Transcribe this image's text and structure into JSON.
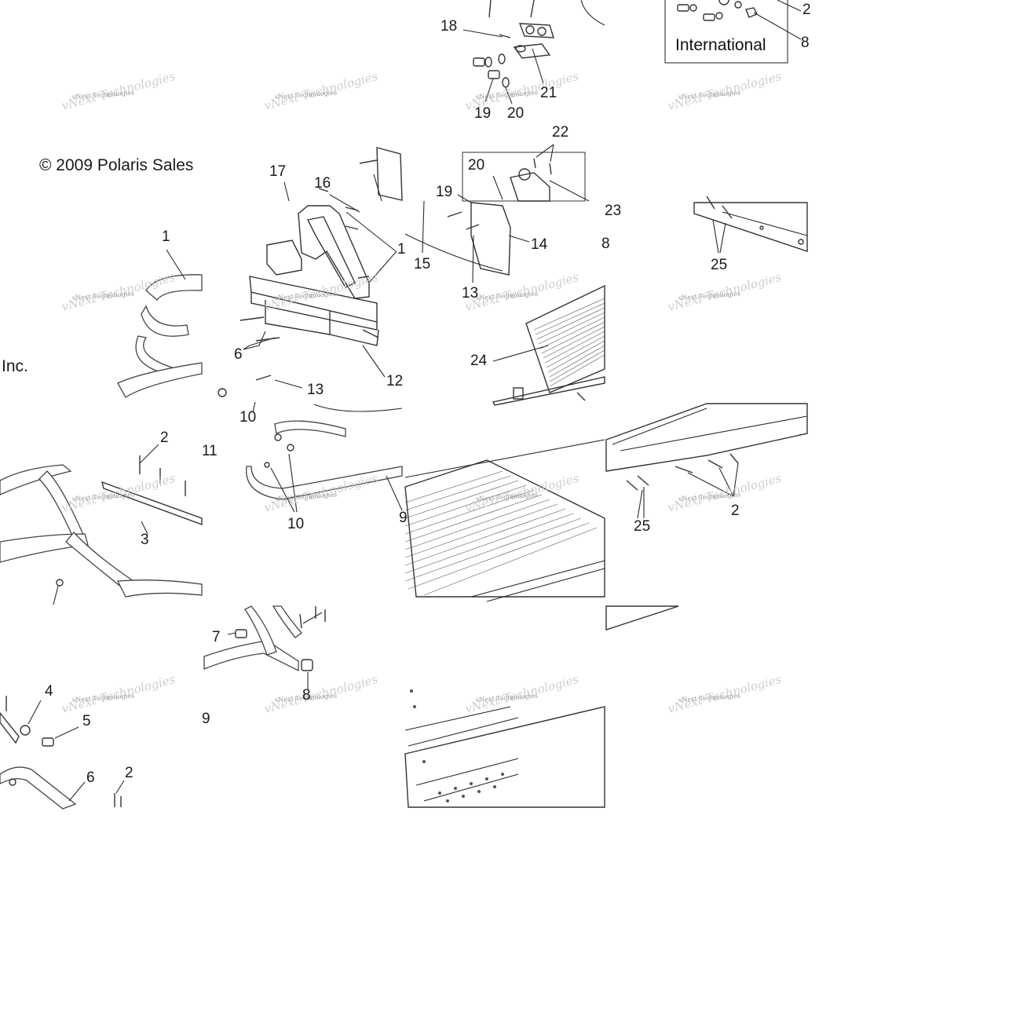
{
  "copyright": "© 2009 Polaris Sales",
  "copyright_tail": "Inc.",
  "region_box_label": "International",
  "watermark_text": "vNext Technologies",
  "callouts": [
    {
      "id": "c18",
      "text": "18"
    },
    {
      "id": "c21",
      "text": "21"
    },
    {
      "id": "c19a",
      "text": "19"
    },
    {
      "id": "c20a",
      "text": "20"
    },
    {
      "id": "c22",
      "text": "22"
    },
    {
      "id": "c20b",
      "text": "20"
    },
    {
      "id": "c19b",
      "text": "19"
    },
    {
      "id": "c23",
      "text": "23"
    },
    {
      "id": "c8a",
      "text": "8"
    },
    {
      "id": "c2top",
      "text": "2"
    },
    {
      "id": "c8top",
      "text": "8"
    },
    {
      "id": "c17",
      "text": "17"
    },
    {
      "id": "c16",
      "text": "16"
    },
    {
      "id": "c1a",
      "text": "1"
    },
    {
      "id": "c1b",
      "text": "1"
    },
    {
      "id": "c15",
      "text": "15"
    },
    {
      "id": "c14",
      "text": "14"
    },
    {
      "id": "c13a",
      "text": "13"
    },
    {
      "id": "c24",
      "text": "24"
    },
    {
      "id": "c25a",
      "text": "25"
    },
    {
      "id": "c6a",
      "text": "6"
    },
    {
      "id": "c13b",
      "text": "13"
    },
    {
      "id": "c12",
      "text": "12"
    },
    {
      "id": "c10a",
      "text": "10"
    },
    {
      "id": "c2a",
      "text": "2"
    },
    {
      "id": "c11",
      "text": "11"
    },
    {
      "id": "c3",
      "text": "3"
    },
    {
      "id": "c10b",
      "text": "10"
    },
    {
      "id": "c9a",
      "text": "9"
    },
    {
      "id": "c25b",
      "text": "25"
    },
    {
      "id": "c2b",
      "text": "2"
    },
    {
      "id": "c7",
      "text": "7"
    },
    {
      "id": "c8b",
      "text": "8"
    },
    {
      "id": "c4",
      "text": "4"
    },
    {
      "id": "c5",
      "text": "5"
    },
    {
      "id": "c9b",
      "text": "9"
    },
    {
      "id": "c6b",
      "text": "6"
    },
    {
      "id": "c2c",
      "text": "2"
    }
  ]
}
